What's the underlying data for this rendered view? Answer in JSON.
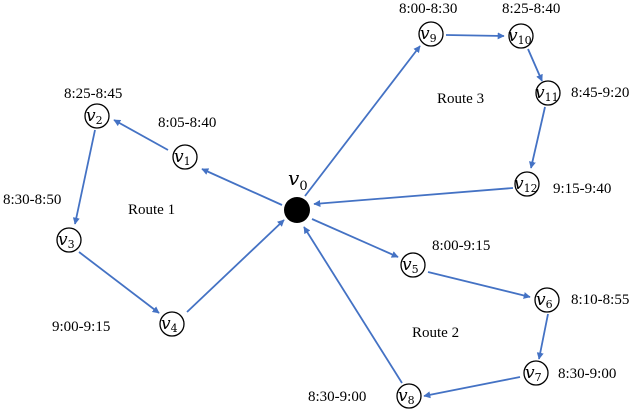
{
  "depot": {
    "label": "v",
    "sub": "0"
  },
  "nodes": [
    {
      "id": "v1",
      "label": "v",
      "sub": "1",
      "window": "8:05-8:40"
    },
    {
      "id": "v2",
      "label": "v",
      "sub": "2",
      "window": "8:25-8:45"
    },
    {
      "id": "v3",
      "label": "v",
      "sub": "3",
      "window": "8:30-8:50"
    },
    {
      "id": "v4",
      "label": "v",
      "sub": "4",
      "window": "9:00-9:15"
    },
    {
      "id": "v5",
      "label": "v",
      "sub": "5",
      "window": "8:00-9:15"
    },
    {
      "id": "v6",
      "label": "v",
      "sub": "6",
      "window": "8:10-8:55"
    },
    {
      "id": "v7",
      "label": "v",
      "sub": "7",
      "window": "8:30-9:00"
    },
    {
      "id": "v8",
      "label": "v",
      "sub": "8",
      "window": "8:30-9:00"
    },
    {
      "id": "v9",
      "label": "v",
      "sub": "9",
      "window": "8:00-8:30"
    },
    {
      "id": "v10",
      "label": "v",
      "sub": "10",
      "window": "8:25-8:40"
    },
    {
      "id": "v11",
      "label": "v",
      "sub": "11",
      "window": "8:45-9:20"
    },
    {
      "id": "v12",
      "label": "v",
      "sub": "12",
      "window": "9:15-9:40"
    }
  ],
  "routes": [
    {
      "name": "Route 1",
      "path": [
        "v0",
        "v1",
        "v2",
        "v3",
        "v4",
        "v0"
      ]
    },
    {
      "name": "Route 2",
      "path": [
        "v0",
        "v5",
        "v6",
        "v7",
        "v8",
        "v0"
      ]
    },
    {
      "name": "Route 3",
      "path": [
        "v0",
        "v9",
        "v10",
        "v11",
        "v12",
        "v0"
      ]
    }
  ],
  "colors": {
    "edge": "#4472C4",
    "depot": "#000000",
    "node_stroke": "#000000"
  }
}
